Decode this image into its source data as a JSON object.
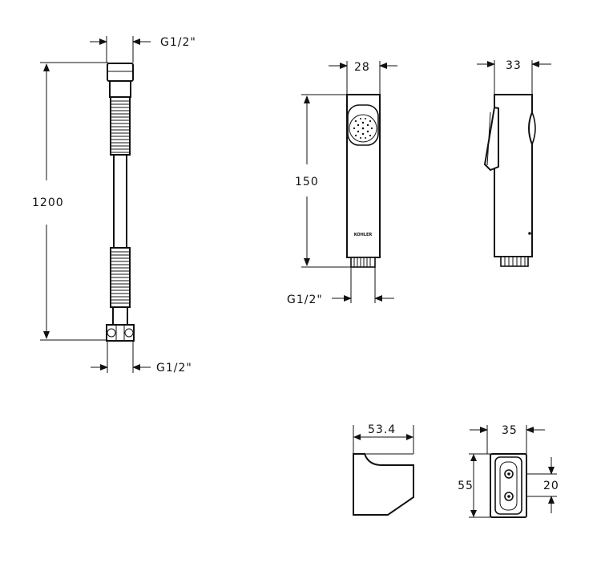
{
  "drawing": {
    "hose": {
      "thread_top": "G1/2\"",
      "length": "1200",
      "thread_bottom": "G1/2\""
    },
    "handspray_front": {
      "width": "28",
      "height": "150",
      "thread": "G1/2\"",
      "brand_mark": "KOHLER"
    },
    "handspray_side": {
      "depth": "33"
    },
    "holder_side": {
      "width": "53.4"
    },
    "holder_front": {
      "width": "35",
      "height": "55",
      "hole_spacing": "20"
    }
  }
}
